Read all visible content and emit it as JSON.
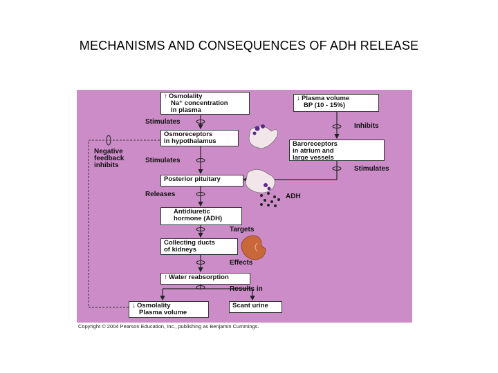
{
  "slide": {
    "title": "MECHANISMS AND CONSEQUENCES OF ADH RELEASE"
  },
  "diagram": {
    "boxes": {
      "osmolality_up": {
        "arrow": "↑",
        "line1": "Osmolality",
        "line2": "Na⁺ concentration",
        "line3": "in plasma"
      },
      "plasma_volume_down": {
        "arrow": "↓",
        "line1": "Plasma volume",
        "line2": "BP (10 - 15%)"
      },
      "osmoreceptors": {
        "line1": "Osmoreceptors",
        "line2": "in hypothalamus"
      },
      "baroreceptors": {
        "line1": "Baroreceptors",
        "line2": "in atrium and",
        "line3": "large vessels"
      },
      "posterior_pituitary": {
        "line1": "Posterior pituitary"
      },
      "adh": {
        "line1": "Antidiuretic",
        "line2": "hormone (ADH)"
      },
      "collecting_ducts": {
        "line1": "Collecting ducts",
        "line2": "of kidneys"
      },
      "water_reabsorption": {
        "arrow": "↑",
        "line1": "Water reabsorption"
      },
      "osmolality_down": {
        "arrow": "↓",
        "line1": "Osmolality",
        "line2": "Plasma volume"
      },
      "scant_urine": {
        "line1": "Scant urine"
      }
    },
    "labels": {
      "stimulates_1": "Stimulates",
      "stimulates_2": "Stimulates",
      "stimulates_3": "Stimulates",
      "inhibits": "Inhibits",
      "releases": "Releases",
      "targets": "Targets",
      "effects": "Effects",
      "results_in": "Results in",
      "adh_tag": "ADH",
      "negative_feedback": "Negative feedback inhibits"
    },
    "colors": {
      "panel": "#cc8cc8",
      "box": "#ffffff",
      "line": "#222222",
      "dashed": "#333333",
      "kidney": "#c8683a",
      "brain": "#f3e6ea",
      "neuron": "#5a2a8a"
    }
  },
  "footer": {
    "copyright": "Copyright © 2004 Pearson Education, Inc., publishing as Benjamin Cummings."
  }
}
